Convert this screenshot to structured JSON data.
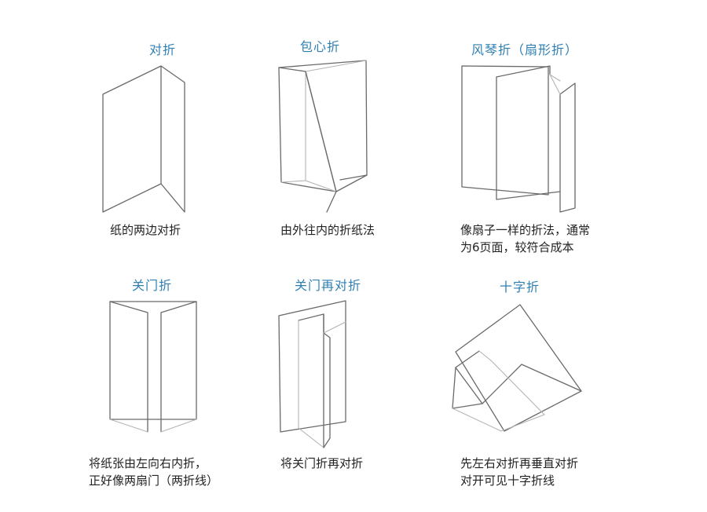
{
  "panels": [
    {
      "title": "对折",
      "desc": [
        "纸的两边对折"
      ]
    },
    {
      "title": "包心折",
      "desc": [
        "由外往内的折纸法"
      ]
    },
    {
      "title": "风琴折（扇形折）",
      "desc": [
        "像扇子一样的折法，通常",
        "为6页面，较符合成本"
      ]
    },
    {
      "title": "关门折",
      "desc": [
        "将纸张由左向右内折，",
        "正好像两扇门（两折线）"
      ]
    },
    {
      "title": "关门再对折",
      "desc": [
        "将关门折再对折"
      ]
    },
    {
      "title": "十字折",
      "desc": [
        "先左右对折再垂直对折",
        "对开可见十字折线"
      ]
    }
  ]
}
